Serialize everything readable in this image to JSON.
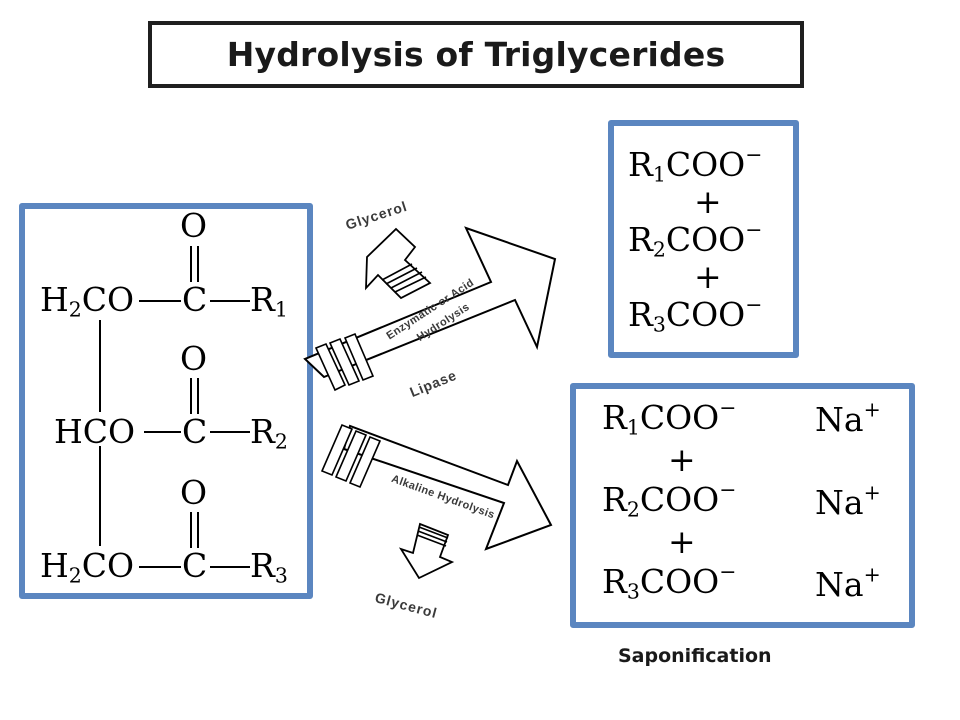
{
  "title": "Hydrolysis of Triglycerides",
  "triglyceride": {
    "carbonyl_oxygen": "O",
    "rows": [
      {
        "left": "H",
        "left_sub": "2",
        "left_rest": "CO",
        "carbon": "C",
        "r": "R",
        "r_sub": "1"
      },
      {
        "left": "HCO",
        "left_sub": "",
        "left_rest": "",
        "carbon": "C",
        "r": "R",
        "r_sub": "2"
      },
      {
        "left": "H",
        "left_sub": "2",
        "left_rest": "CO",
        "carbon": "C",
        "r": "R",
        "r_sub": "3"
      }
    ]
  },
  "acid_path": {
    "label_line1": "Enzymatic or Acid",
    "label_line2": "Hydrolysis",
    "enzyme": "Lipase",
    "byproduct": "Glycerol"
  },
  "alkaline_path": {
    "label": "Alkaline Hydrolysis",
    "byproduct": "Glycerol"
  },
  "carboxylate_ions": {
    "plus": "+",
    "items": [
      {
        "r": "R",
        "sub": "1",
        "group": "COO",
        "charge": "−"
      },
      {
        "r": "R",
        "sub": "2",
        "group": "COO",
        "charge": "−"
      },
      {
        "r": "R",
        "sub": "3",
        "group": "COO",
        "charge": "−"
      }
    ]
  },
  "soap_salts": {
    "plus": "+",
    "cation": "Na",
    "cation_charge": "+",
    "items": [
      {
        "r": "R",
        "sub": "1",
        "group": "COO",
        "charge": "−"
      },
      {
        "r": "R",
        "sub": "2",
        "group": "COO",
        "charge": "−"
      },
      {
        "r": "R",
        "sub": "3",
        "group": "COO",
        "charge": "−"
      }
    ]
  },
  "saponification_label": "Saponification",
  "colors": {
    "panel_border": "#5b86c0",
    "title_border": "#1f1f1f",
    "text": "#000000"
  }
}
